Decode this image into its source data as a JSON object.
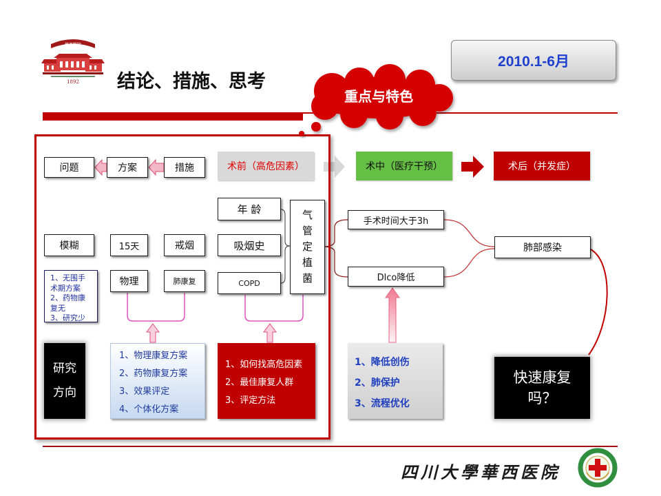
{
  "logo": {
    "lettering": [
      "華西醫院",
      "1892"
    ]
  },
  "title": "结论、措施、思考",
  "period": "2010.1-6月",
  "callout": "重点与特色",
  "flow": {
    "issue": "问题",
    "plan": "方案",
    "measure": "措施",
    "preop": "术前（高危因素）",
    "intraop": "术中（医疗干预）",
    "postop": "术后（并发症）"
  },
  "left": {
    "unclear": "模糊",
    "days": "15天",
    "quit_smoking": "戒烟",
    "physical": "物理",
    "pulm_rehab": "肺康复",
    "problems": [
      "1、无围手术期方案",
      "2、药物康复无",
      "3、研究少"
    ],
    "direction": "研究方向"
  },
  "risk_factors": {
    "age": "年 龄",
    "smoking": "吸烟史",
    "copd": "COPD",
    "colonization": [
      "气",
      "管",
      "定",
      "植",
      "菌"
    ]
  },
  "intraop_factors": {
    "op_time": "手术时间大于3h",
    "dlco": "Dlco降低"
  },
  "complication": "肺部感染",
  "boxes": {
    "rehab_plans": [
      "1、物理康复方案",
      "2、药物康复方案",
      "3、效果评定",
      "4、个体化方案"
    ],
    "risk_questions": [
      "1、如何找高危因素",
      "2、最佳康复人群",
      "3、评定方法"
    ],
    "interventions": [
      "1、降低创伤",
      "2、肺保护",
      "3、流程优化"
    ],
    "question": "快速康复吗？"
  },
  "footer": "四川大學華西医院",
  "colors": {
    "accent_red": "#c00000",
    "intraop_green": "#66bf45",
    "preop_grey": "#d9d9d9",
    "period_blue": "#1f3fcf",
    "list_blue": "#1f3aa0",
    "bracket_pink": "#e050c0",
    "arrow_pink": "#f4b8c8"
  },
  "icons": [
    "logo-icon",
    "hospital-emblem-icon",
    "cloud-callout-icon",
    "arrow-left-icon",
    "arrow-right-icon",
    "arrow-up-icon"
  ]
}
